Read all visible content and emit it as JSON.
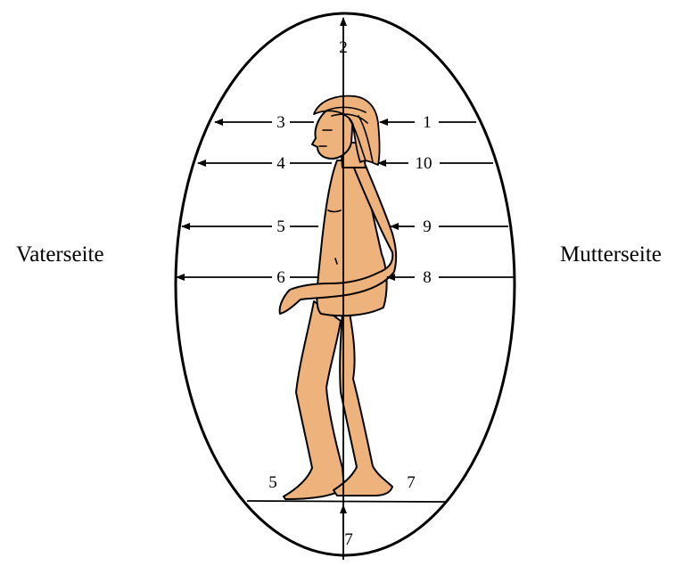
{
  "labels": {
    "left_side": "Vaterseite",
    "right_side": "Mutterseite"
  },
  "markers": {
    "top": "2",
    "bottom": "7",
    "foot_left": "5",
    "foot_right": "7"
  },
  "arrows_left": [
    {
      "label": "3"
    },
    {
      "label": "4"
    },
    {
      "label": "5"
    },
    {
      "label": "6"
    }
  ],
  "arrows_right": [
    {
      "label": "1"
    },
    {
      "label": "10"
    },
    {
      "label": "9"
    },
    {
      "label": "8"
    }
  ],
  "colors": {
    "skin": "#eeb37d",
    "stroke": "#000000",
    "background": "#ffffff"
  }
}
